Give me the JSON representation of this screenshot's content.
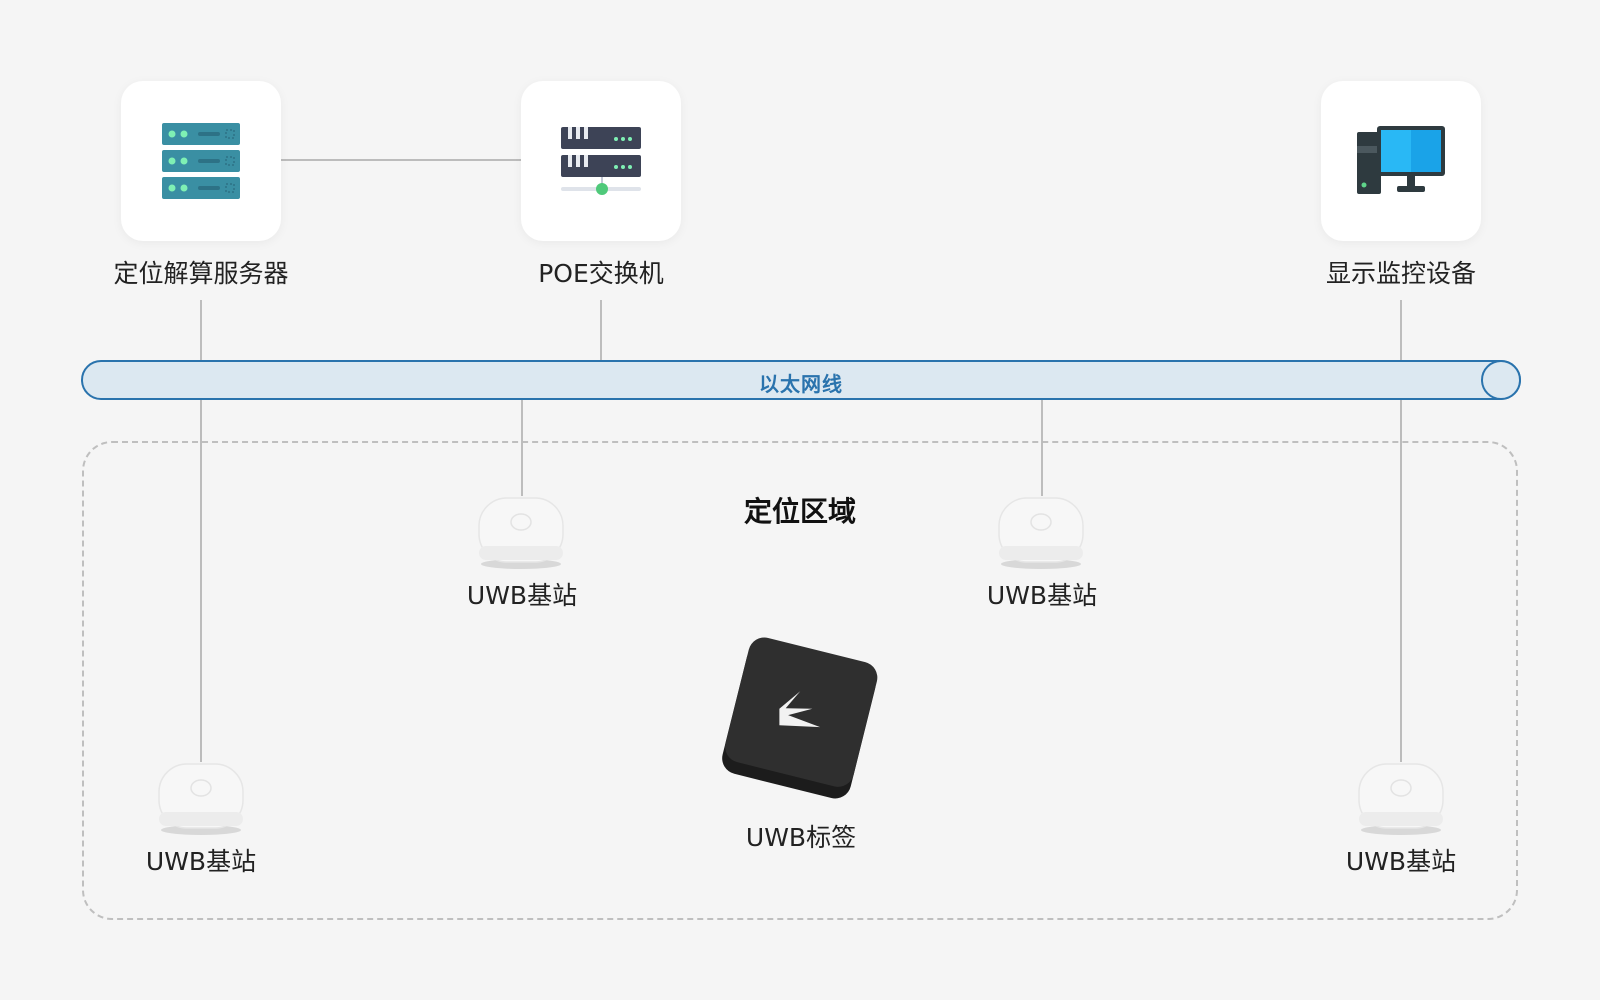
{
  "devices": {
    "server": {
      "label": "定位解算服务器",
      "icon": "server-rack-icon"
    },
    "poe_switch": {
      "label": "POE交换机",
      "icon": "network-switch-icon"
    },
    "monitor": {
      "label": "显示监控设备",
      "icon": "desktop-computer-icon"
    }
  },
  "bus": {
    "label": "以太网线"
  },
  "zone": {
    "title": "定位区域"
  },
  "anchors": [
    {
      "label": "UWB基站"
    },
    {
      "label": "UWB基站"
    },
    {
      "label": "UWB基站"
    },
    {
      "label": "UWB基站"
    }
  ],
  "tag": {
    "label": "UWB标签",
    "icon": "uwb-tag-icon"
  },
  "colors": {
    "bus_stroke": "#2a73ad",
    "bus_fill": "#dce8f1",
    "server_teal": "#3a8fa3",
    "switch_dark": "#3d4356",
    "monitor_blue": "#1aa3e8",
    "tag_black": "#2a2a2a"
  }
}
